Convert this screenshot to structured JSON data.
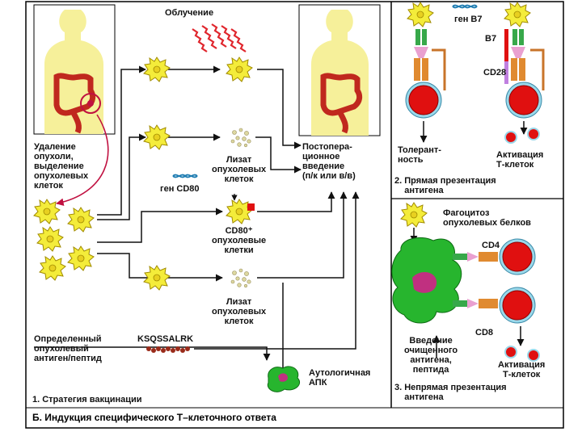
{
  "colors": {
    "cell_fill": "#f4ec3a",
    "cell_edge": "#a08a00",
    "lysate": "#ddd8a0",
    "peptide": "#9a2b1a",
    "tcell_red": "#e01010",
    "tcell_ring": "#9ad8ea",
    "apc_green": "#27b52e",
    "arrow_dark": "#111111",
    "arrow_red": "#c01040",
    "skin": "#f6f09a",
    "colon": "#c0281e",
    "radiation": "#e0262d"
  },
  "labels": {
    "irradiation": "Облучение",
    "tumor_removal": "Удаление\nопухоли,\nвыделение\nопухолевых\nклеток",
    "lysate_1": "Лизат\nопухолевых\nклеток",
    "gene_cd80": "ген CD80",
    "cd80_cells": "CD80⁺\nопухолевые\nклетки",
    "lysate_2": "Лизат\nопухолевых\nклеток",
    "postop": "Постопера-\nционное\nвведение\n(п/к или в/в)",
    "defined_antigen": "Определенный\nопухолевый\nантиген/пептид",
    "peptide_seq": "KSQSSALRK",
    "autologous_apc": "Аутологичная\nАПК",
    "gene_b7": "ген B7",
    "b7": "B7",
    "cd28": "CD28",
    "tolerance": "Толерант-\nность",
    "activation_1": "Активация\nТ-клеток",
    "direct_caption": "2. Прямая презентация\n    антигена",
    "phagocytosis": "Фагоцитоз\nопухолевых белков",
    "cd4": "CD4",
    "cd8": "CD8",
    "purified_antigen": "Введение\nочищенного\nантигена,\nпептида",
    "activation_2": "Активация\nТ-клеток",
    "indirect_caption": "3. Непрямая презентация\n    антигена",
    "strategy_caption": "1. Стратегия вакцинации",
    "main_title": "Б. Индукция специфического Т–клеточного ответа"
  }
}
